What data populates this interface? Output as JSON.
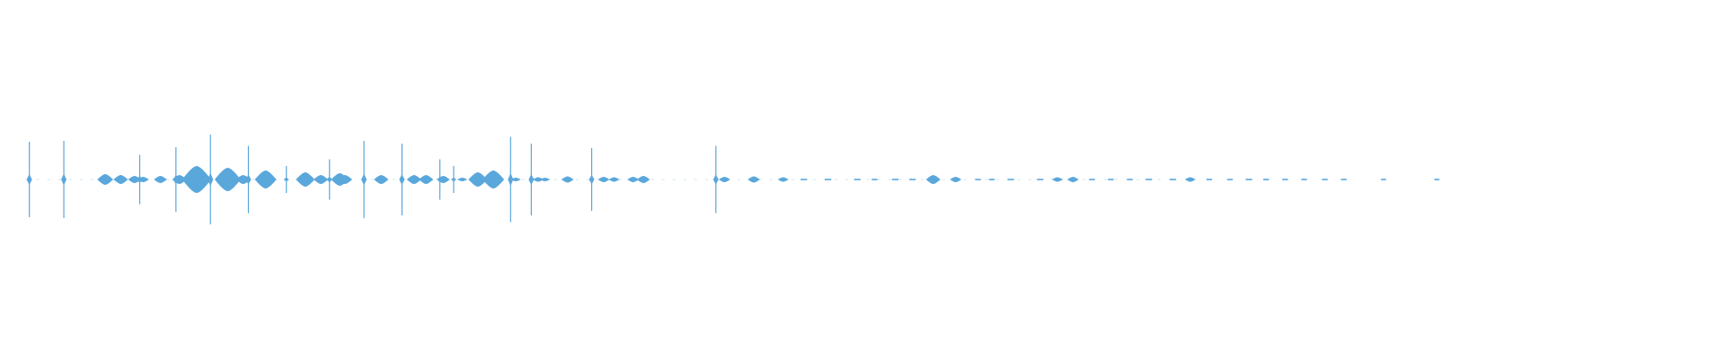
{
  "waveform": {
    "color": "#5aa7dc",
    "background": "#ffffff",
    "duration_fraction_filled": 0.68,
    "bursts": [
      {
        "t": 0.017,
        "amp": 0.84,
        "kind": "spike"
      },
      {
        "t": 0.037,
        "amp": 0.86,
        "kind": "spike"
      },
      {
        "t": 0.061,
        "amp": 0.12,
        "kind": "blob"
      },
      {
        "t": 0.07,
        "amp": 0.1,
        "kind": "blob"
      },
      {
        "t": 0.078,
        "amp": 0.08,
        "kind": "blob"
      },
      {
        "t": 0.081,
        "amp": 0.55,
        "kind": "spike"
      },
      {
        "t": 0.083,
        "amp": 0.06,
        "kind": "blob"
      },
      {
        "t": 0.093,
        "amp": 0.08,
        "kind": "blob"
      },
      {
        "t": 0.102,
        "amp": 0.72,
        "kind": "spike"
      },
      {
        "t": 0.104,
        "amp": 0.1,
        "kind": "blob"
      },
      {
        "t": 0.114,
        "amp": 0.3,
        "kind": "blob"
      },
      {
        "t": 0.122,
        "amp": 1.0,
        "kind": "spike"
      },
      {
        "t": 0.132,
        "amp": 0.26,
        "kind": "blob"
      },
      {
        "t": 0.141,
        "amp": 0.1,
        "kind": "blob"
      },
      {
        "t": 0.144,
        "amp": 0.75,
        "kind": "spike"
      },
      {
        "t": 0.154,
        "amp": 0.2,
        "kind": "blob"
      },
      {
        "t": 0.166,
        "amp": 0.3,
        "kind": "spike"
      },
      {
        "t": 0.177,
        "amp": 0.16,
        "kind": "blob"
      },
      {
        "t": 0.186,
        "amp": 0.1,
        "kind": "blob"
      },
      {
        "t": 0.191,
        "amp": 0.45,
        "kind": "spike"
      },
      {
        "t": 0.197,
        "amp": 0.14,
        "kind": "blob"
      },
      {
        "t": 0.2,
        "amp": 0.1,
        "kind": "blob"
      },
      {
        "t": 0.211,
        "amp": 0.86,
        "kind": "spike"
      },
      {
        "t": 0.221,
        "amp": 0.1,
        "kind": "blob"
      },
      {
        "t": 0.233,
        "amp": 0.8,
        "kind": "spike"
      },
      {
        "t": 0.24,
        "amp": 0.1,
        "kind": "blob"
      },
      {
        "t": 0.247,
        "amp": 0.1,
        "kind": "blob"
      },
      {
        "t": 0.255,
        "amp": 0.45,
        "kind": "spike"
      },
      {
        "t": 0.257,
        "amp": 0.08,
        "kind": "blob"
      },
      {
        "t": 0.263,
        "amp": 0.3,
        "kind": "spike"
      },
      {
        "t": 0.268,
        "amp": 0.04,
        "kind": "blob"
      },
      {
        "t": 0.277,
        "amp": 0.16,
        "kind": "blob"
      },
      {
        "t": 0.286,
        "amp": 0.2,
        "kind": "blob"
      },
      {
        "t": 0.296,
        "amp": 0.95,
        "kind": "spike"
      },
      {
        "t": 0.299,
        "amp": 0.04,
        "kind": "blob"
      },
      {
        "t": 0.308,
        "amp": 0.8,
        "kind": "spike"
      },
      {
        "t": 0.312,
        "amp": 0.05,
        "kind": "blob"
      },
      {
        "t": 0.316,
        "amp": 0.04,
        "kind": "blob"
      },
      {
        "t": 0.329,
        "amp": 0.07,
        "kind": "blob"
      },
      {
        "t": 0.343,
        "amp": 0.7,
        "kind": "spike"
      },
      {
        "t": 0.35,
        "amp": 0.06,
        "kind": "blob"
      },
      {
        "t": 0.356,
        "amp": 0.05,
        "kind": "blob"
      },
      {
        "t": 0.367,
        "amp": 0.06,
        "kind": "blob"
      },
      {
        "t": 0.373,
        "amp": 0.08,
        "kind": "blob"
      },
      {
        "t": 0.415,
        "amp": 0.75,
        "kind": "spike"
      },
      {
        "t": 0.42,
        "amp": 0.06,
        "kind": "blob"
      },
      {
        "t": 0.437,
        "amp": 0.07,
        "kind": "blob"
      },
      {
        "t": 0.454,
        "amp": 0.05,
        "kind": "blob"
      },
      {
        "t": 0.466,
        "amp": 0.04,
        "kind": "dash"
      },
      {
        "t": 0.48,
        "amp": 0.04,
        "kind": "dash"
      },
      {
        "t": 0.497,
        "amp": 0.04,
        "kind": "dash"
      },
      {
        "t": 0.507,
        "amp": 0.03,
        "kind": "dash"
      },
      {
        "t": 0.519,
        "amp": 0.04,
        "kind": "dash"
      },
      {
        "t": 0.529,
        "amp": 0.04,
        "kind": "dash"
      },
      {
        "t": 0.541,
        "amp": 0.1,
        "kind": "blob"
      },
      {
        "t": 0.554,
        "amp": 0.06,
        "kind": "blob"
      },
      {
        "t": 0.567,
        "amp": 0.03,
        "kind": "dash"
      },
      {
        "t": 0.575,
        "amp": 0.03,
        "kind": "dash"
      },
      {
        "t": 0.586,
        "amp": 0.04,
        "kind": "dash"
      },
      {
        "t": 0.603,
        "amp": 0.04,
        "kind": "dash"
      },
      {
        "t": 0.613,
        "amp": 0.05,
        "kind": "blob"
      },
      {
        "t": 0.622,
        "amp": 0.06,
        "kind": "blob"
      },
      {
        "t": 0.633,
        "amp": 0.03,
        "kind": "dash"
      },
      {
        "t": 0.644,
        "amp": 0.03,
        "kind": "dash"
      },
      {
        "t": 0.655,
        "amp": 0.03,
        "kind": "dash"
      },
      {
        "t": 0.666,
        "amp": 0.04,
        "kind": "dash"
      },
      {
        "t": 0.68,
        "amp": 0.04,
        "kind": "dash"
      },
      {
        "t": 0.69,
        "amp": 0.05,
        "kind": "blob"
      },
      {
        "t": 0.701,
        "amp": 0.03,
        "kind": "dash"
      },
      {
        "t": 0.713,
        "amp": 0.03,
        "kind": "dash"
      },
      {
        "t": 0.724,
        "amp": 0.04,
        "kind": "dash"
      },
      {
        "t": 0.734,
        "amp": 0.03,
        "kind": "dash"
      },
      {
        "t": 0.745,
        "amp": 0.03,
        "kind": "dash"
      },
      {
        "t": 0.756,
        "amp": 0.03,
        "kind": "dash"
      },
      {
        "t": 0.768,
        "amp": 0.03,
        "kind": "dash"
      },
      {
        "t": 0.779,
        "amp": 0.03,
        "kind": "dash"
      },
      {
        "t": 0.802,
        "amp": 0.02,
        "kind": "dash"
      },
      {
        "t": 0.833,
        "amp": 0.02,
        "kind": "dash"
      }
    ]
  }
}
